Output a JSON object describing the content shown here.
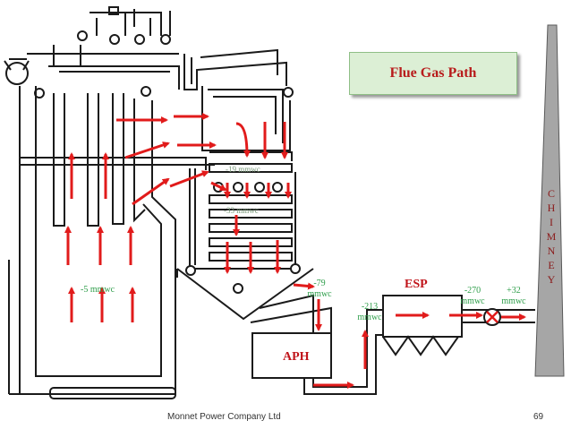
{
  "title": "Flue Gas Path",
  "equipment": {
    "aph": "APH",
    "esp": "ESP",
    "chimney_letters": [
      "C",
      "H",
      "I",
      "M",
      "N",
      "E",
      "Y"
    ]
  },
  "pressures": {
    "furnace": "-5 mmwc",
    "convection_1": "-19 mmwc",
    "convection_2": "-33 mmwc",
    "aph_in_value": "-79",
    "aph_in_unit": "mmwc",
    "esp_in_value": "-213",
    "esp_in_unit": "mmwc",
    "id_fan_in_value": "-270",
    "id_fan_in_unit": "mmwc",
    "id_fan_out_value": "+32",
    "id_fan_out_unit": "mmwc"
  },
  "footer": {
    "company": "Monnet Power Company Ltd",
    "page": "69"
  },
  "colors": {
    "arrow": "#e11b1b",
    "outline": "#1a1a1a",
    "label_green": "#2e9e4a",
    "title_bg": "#dcefd5",
    "title_text": "#b81c1c",
    "chimney_fill": "#a6a6a6"
  },
  "icons": {
    "id_fan": "fan-cross-icon"
  }
}
